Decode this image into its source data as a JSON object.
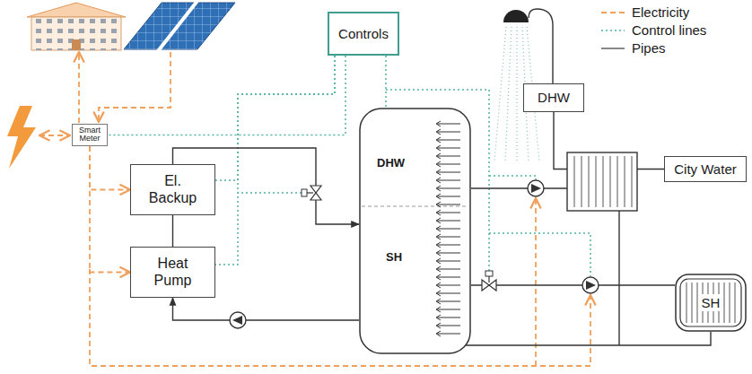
{
  "diagram": {
    "nodes": [
      {
        "text": [
          "Controls"
        ]
      },
      {
        "text": [
          "DHW"
        ]
      },
      {
        "text": [
          "Smart Meter"
        ]
      },
      {
        "text": [
          "DHW",
          "SH"
        ]
      },
      {
        "text": [
          "El. Backup"
        ]
      },
      {
        "text": [
          "City Water"
        ]
      },
      {
        "text": [
          "Heat Pump"
        ]
      },
      {
        "text": [
          "SH"
        ]
      }
    ],
    "edges": [
      {
        "from": 0,
        "to": 2,
        "arrow": "none"
      },
      {
        "from": 0,
        "to": 4,
        "arrow": "none"
      },
      {
        "from": 0,
        "to": 6,
        "arrow": "none"
      },
      {
        "from": 0,
        "to": 3,
        "arrow": "none"
      },
      {
        "from": 2,
        "to": 4,
        "arrow": "to"
      },
      {
        "from": 2,
        "to": 6,
        "arrow": "to"
      },
      {
        "from": 6,
        "to": 4,
        "arrow": "none"
      },
      {
        "from": 4,
        "to": 3,
        "arrow": "to"
      },
      {
        "from": 3,
        "to": 6,
        "arrow": "to"
      },
      {
        "from": 3,
        "to": 7,
        "arrow": "none"
      },
      {
        "from": 5,
        "to": 1,
        "arrow": "none"
      }
    ],
    "legend": [
      {
        "text": "Electricity"
      },
      {
        "text": "Control lines"
      },
      {
        "text": "Pipes"
      }
    ]
  }
}
